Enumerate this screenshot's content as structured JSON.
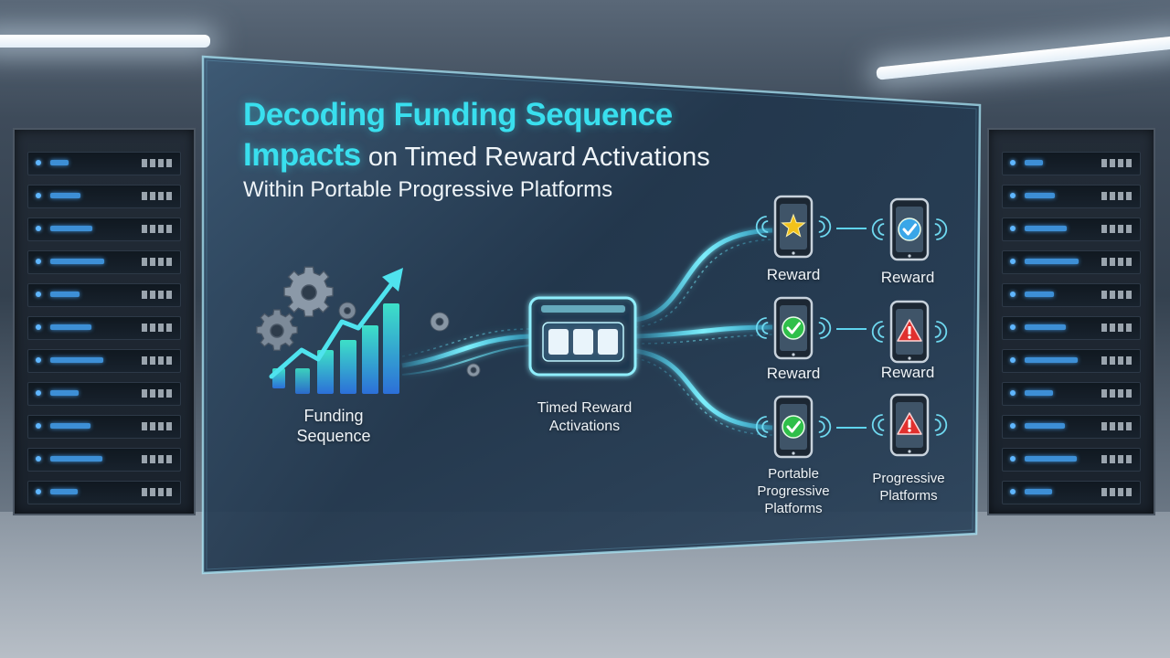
{
  "title": {
    "line1": "Decoding Funding Sequence",
    "line2_highlight": "Impacts",
    "line2_rest": " on Timed Reward Activations",
    "line3": "Within Portable Progressive Platforms"
  },
  "nodes": {
    "funding": "Funding\nSequence",
    "timed": "Timed Reward\nActivations"
  },
  "devices": [
    {
      "label": "Reward",
      "icon": "star-icon"
    },
    {
      "label": "Reward",
      "icon": "check-icon"
    },
    {
      "label": "Reward",
      "icon": "check-icon"
    },
    {
      "label": "Reward",
      "icon": "warning-icon"
    },
    {
      "label": "Portable\nProgressive\nPlatforms",
      "icon": "check-icon"
    },
    {
      "label": "Progressive\nPlatforms",
      "icon": "warning-icon"
    }
  ],
  "colors": {
    "accent": "#39dfee",
    "check": "#2fbf4a",
    "warning": "#e0302e",
    "star": "#f2c21b",
    "info": "#3aa6e8"
  }
}
